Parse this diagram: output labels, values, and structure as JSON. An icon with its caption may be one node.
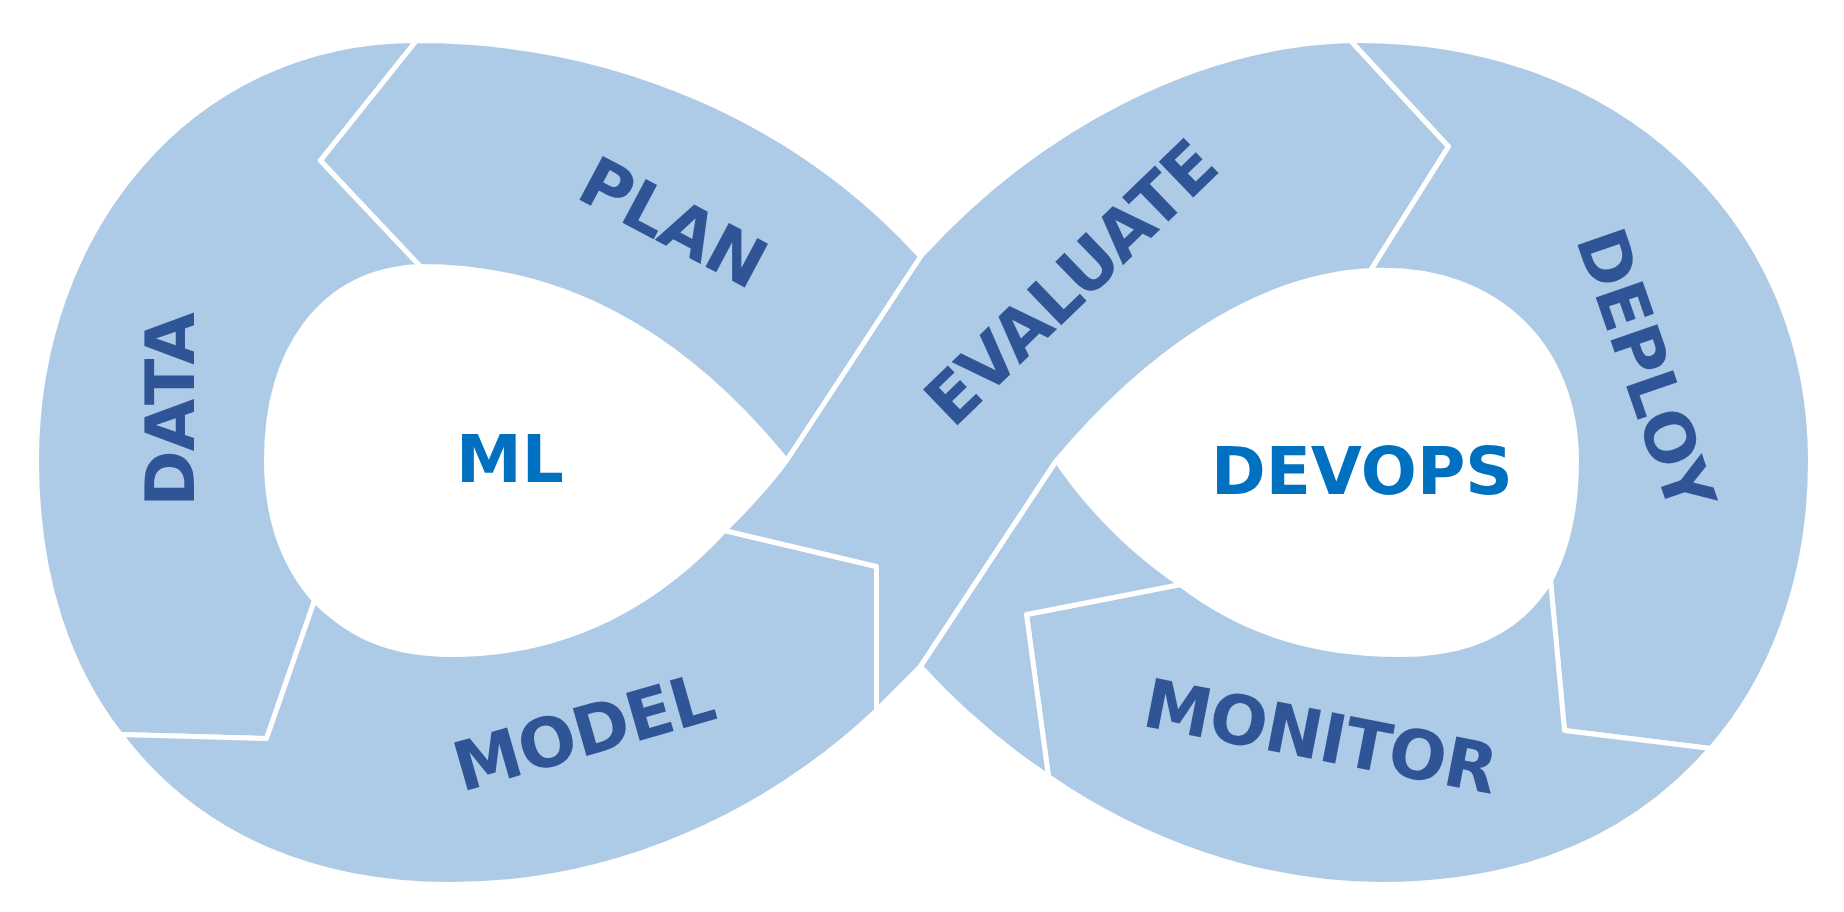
{
  "diagram": {
    "nodes": [
      {
        "text": [
          "DATA"
        ]
      },
      {
        "text": [
          "PLAN"
        ]
      },
      {
        "text": [
          "MODEL"
        ]
      },
      {
        "text": [
          "EVALUATE"
        ]
      },
      {
        "text": [
          "DEPLOY"
        ]
      },
      {
        "text": [
          "MONITOR"
        ]
      }
    ],
    "labels": [
      "ML",
      "DEVOPS"
    ]
  }
}
